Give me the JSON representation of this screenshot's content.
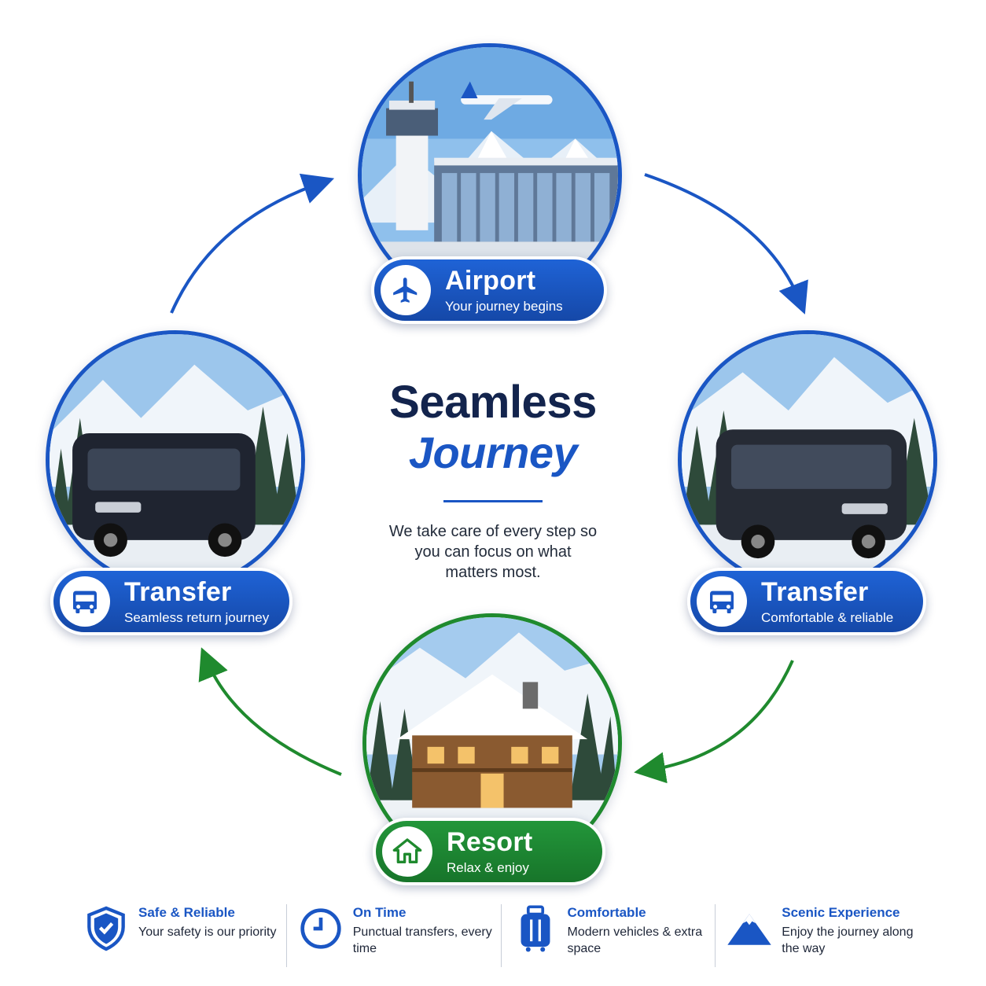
{
  "title": {
    "line1": "Seamless",
    "line2": "Journey",
    "description": "We take care of every step so you can focus on what matters most."
  },
  "nodes": {
    "airport": {
      "title": "Airport",
      "subtitle": "Your journey begins",
      "icon": "airplane-icon"
    },
    "transfer_right": {
      "title": "Transfer",
      "subtitle": "Comfortable & reliable",
      "icon": "bus-icon"
    },
    "resort": {
      "title": "Resort",
      "subtitle": "Relax & enjoy",
      "icon": "house-icon"
    },
    "transfer_left": {
      "title": "Transfer",
      "subtitle": "Seamless return journey",
      "icon": "bus-icon"
    }
  },
  "features": [
    {
      "title": "Safe & Reliable",
      "text": "Your safety is our priority",
      "icon": "shield-check-icon"
    },
    {
      "title": "On Time",
      "text": "Punctual transfers, every time",
      "icon": "clock-icon"
    },
    {
      "title": "Comfortable",
      "text": "Modern vehicles & extra space",
      "icon": "luggage-icon"
    },
    {
      "title": "Scenic Experience",
      "text": "Enjoy the journey along the way",
      "icon": "mountain-icon"
    }
  ],
  "colors": {
    "primary_blue": "#1a56c4",
    "navy": "#13244d",
    "green": "#1f8a2e"
  }
}
